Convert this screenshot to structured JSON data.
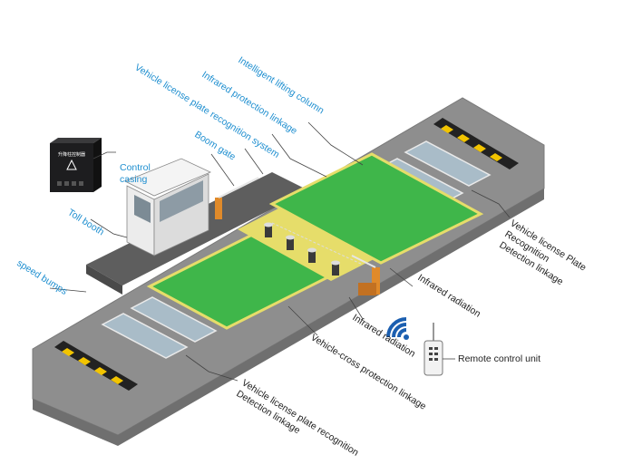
{
  "labels": {
    "lifting_column": "Intelligent lifting column",
    "infrared_linkage": "Infrared protection linkage",
    "lpr_system": "Vehicle license plate recognition system",
    "boom_gate": "Boom gate",
    "control_casing_1": "Control",
    "control_casing_2": "casing",
    "toll_booth": "Toll booth",
    "speed_bumps": "speed bumps",
    "lpr_detection_right_1": "Vehicle license Plate",
    "lpr_detection_right_2": "Recognition",
    "lpr_detection_right_3": "Detection linkage",
    "infrared_radiation_upper": "Infrared radiation",
    "infrared_radiation_lower": "Infrared radiation",
    "remote_control": "Remote control unit",
    "vehicle_cross": "Vehicle-cross protection linkage",
    "lpr_detection_bottom_1": "Vehicle license plate recognition",
    "lpr_detection_bottom_2": "Detection linkage",
    "control_box_text": "升降柱控制器"
  },
  "colors": {
    "road": "#8e8e8e",
    "road_edge": "#6f6f6f",
    "green_zone": "#3fb64a",
    "yellow_zone": "#e6dd6a",
    "label_blue": "#1f8fd0",
    "label_dark": "#222222",
    "wifi_blue": "#1c5fb0",
    "control_box": "#1d1d1f"
  },
  "icons": [
    "control-box-icon",
    "toll-booth-icon",
    "boom-gate-icon",
    "lifting-column-icon",
    "wifi-signal-icon",
    "remote-control-icon",
    "speed-bump-icon"
  ]
}
